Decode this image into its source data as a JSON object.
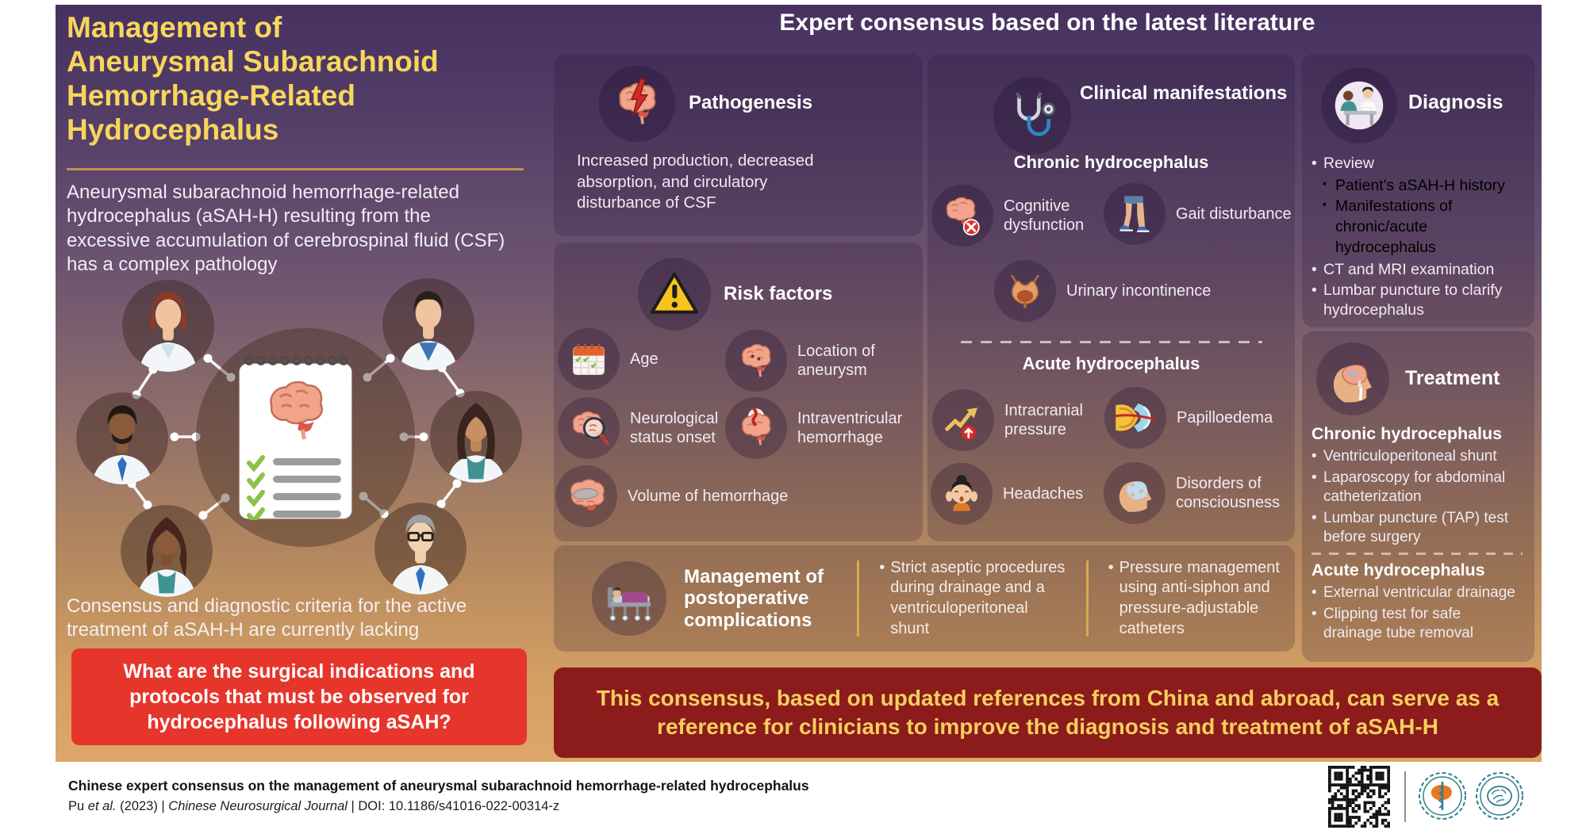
{
  "header": {
    "tagline": "Expert consensus based on the latest literature"
  },
  "left_panel": {
    "title": "Management of Aneurysmal Subarachnoid Hemorrhage-Related Hydrocephalus",
    "intro": "Aneurysmal subarachnoid hemorrhage-related hydrocephalus (aSAH-H) resulting from the excessive accumulation of cerebrospinal fluid (CSF) has a complex pathology",
    "note": "Consensus and diagnostic criteria for the active treatment of aSAH-H are currently lacking",
    "question": "What are the surgical indications and protocols that must be observed for hydrocephalus following aSAH?",
    "avatars": [
      "female-doctor-auburn-hair",
      "male-doctor-dark-hair",
      "male-doctor-beard-tie",
      "female-doctor-long-dark-hair",
      "female-doctor-curly-hair",
      "male-doctor-gray-hair-glasses"
    ],
    "center_illustration": "brain-checklist-notepad"
  },
  "cards": {
    "pathogenesis": {
      "title": "Pathogenesis",
      "icon": "brain-lightning-icon",
      "description": "Increased production, decreased absorption, and circulatory disturbance of CSF"
    },
    "risk_factors": {
      "title": "Risk factors",
      "icon": "warning-triangle-icon",
      "items": [
        {
          "label": "Age",
          "icon": "calendar-icon"
        },
        {
          "label": "Location of aneurysm",
          "icon": "brain-aneurysm-location-icon"
        },
        {
          "label": "Neurological status onset",
          "icon": "brain-magnifier-icon"
        },
        {
          "label": "Intraventricular hemorrhage",
          "icon": "brain-hemorrhage-icon"
        },
        {
          "label": "Volume of hemorrhage",
          "icon": "brain-volume-icon"
        }
      ]
    },
    "clinical": {
      "title": "Clinical manifestations",
      "icon": "stethoscope-icon",
      "chronic_heading": "Chronic hydrocephalus",
      "chronic_items": [
        {
          "label": "Cognitive dysfunction",
          "icon": "brain-cross-icon"
        },
        {
          "label": "Gait disturbance",
          "icon": "walking-legs-icon"
        },
        {
          "label": "Urinary incontinence",
          "icon": "bladder-icon"
        }
      ],
      "acute_heading": "Acute hydrocephalus",
      "acute_items": [
        {
          "label": "Intracranial pressure",
          "icon": "rising-pressure-icon"
        },
        {
          "label": "Papilloedema",
          "icon": "optic-nerve-icon"
        },
        {
          "label": "Headaches",
          "icon": "headache-icon"
        },
        {
          "label": "Disorders of consciousness",
          "icon": "consciousness-head-icon"
        }
      ]
    },
    "diagnosis": {
      "title": "Diagnosis",
      "icon": "doctor-patient-icon",
      "review_label": "Review",
      "review_items": [
        "Patient's aSAH-H history",
        "Manifestations of chronic/acute hydrocephalus"
      ],
      "bullets": [
        "CT and MRI examination",
        "Lumbar puncture to clarify hydrocephalus"
      ]
    },
    "treatment": {
      "title": "Treatment",
      "icon": "head-shunt-icon",
      "chronic_heading": "Chronic hydrocephalus",
      "chronic_bullets": [
        "Ventriculoperitoneal shunt",
        "Laparoscopy for abdominal catheterization",
        "Lumbar puncture (TAP) test before surgery"
      ],
      "acute_heading": "Acute hydrocephalus",
      "acute_bullets": [
        "External ventricular drainage",
        "Clipping test for safe drainage tube removal"
      ]
    },
    "postop": {
      "title": "Management of postoperative complications",
      "icon": "hospital-bed-icon",
      "bullets": [
        "Strict aseptic procedures during drainage and a ventriculoperitoneal shunt",
        "Pressure management using anti-siphon and pressure-adjustable catheters"
      ]
    }
  },
  "conclusion": {
    "text": "This consensus, based on updated references from China and abroad, can serve as a reference for clinicians to improve the diagnosis and treatment of aSAH-H"
  },
  "footer": {
    "citation_title": "Chinese expert consensus on the management of aneurysmal subarachnoid hemorrhage-related hydrocephalus",
    "meta": [
      {
        "text": "Pu ",
        "italic": false
      },
      {
        "text": "et al.",
        "italic": true
      },
      {
        "text": " (2023) | ",
        "italic": false
      },
      {
        "text": "Chinese Neurosurgical Journal",
        "italic": true
      },
      {
        "text": " | DOI: 10.1186/s41016-022-00314-z",
        "italic": false
      }
    ],
    "qr": "qr-code",
    "logos": [
      "chinese-medical-association-logo",
      "chinese-neurosurgical-society-logo"
    ]
  },
  "colors": {
    "title_yellow": "#f7d65c",
    "question_red": "#e6352b",
    "banner_red": "#8c1b1b",
    "banner_text": "#f4cf5e",
    "divider_gold": "#d9a94e",
    "bg_top": "#463160",
    "bg_bottom": "#dca768"
  }
}
